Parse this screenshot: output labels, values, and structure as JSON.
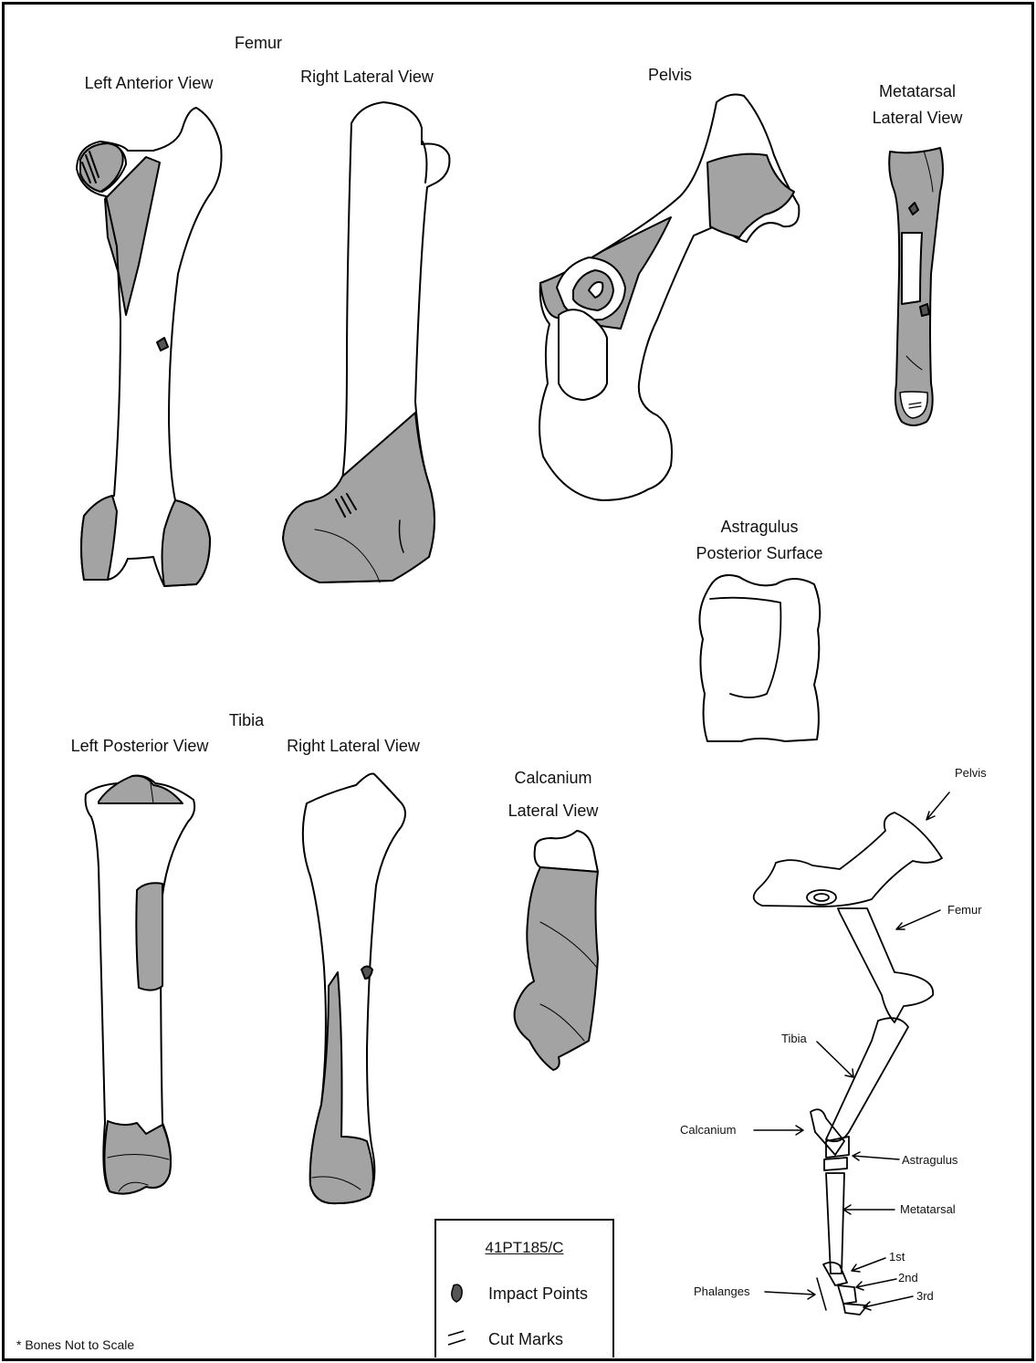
{
  "femur": {
    "title": "Femur",
    "left_view": "Left Anterior View",
    "right_view": "Right Lateral View"
  },
  "pelvis": {
    "title": "Pelvis"
  },
  "metatarsal": {
    "title_line1": "Metatarsal",
    "title_line2": "Lateral View"
  },
  "astragalus": {
    "title_line1": "Astragulus",
    "title_line2": "Posterior Surface"
  },
  "tibia": {
    "title": "Tibia",
    "left_view": "Left Posterior View",
    "right_view": "Right Lateral View"
  },
  "calcanium": {
    "title_line1": "Calcanium",
    "title_line2": "Lateral View"
  },
  "skeleton_labels": {
    "pelvis": "Pelvis",
    "femur": "Femur",
    "tibia": "Tibia",
    "calcanium": "Calcanium",
    "astragulus": "Astragulus",
    "metatarsal": "Metatarsal",
    "phalanges": "Phalanges",
    "first": "1st",
    "second": "2nd",
    "third": "3rd"
  },
  "legend": {
    "site_id": "41PT185/C",
    "impact": "Impact Points",
    "cut": "Cut Marks"
  },
  "note": "* Bones Not to Scale",
  "colors": {
    "shade": "#a3a3a3",
    "impact": "#555555",
    "outline": "#000000"
  }
}
